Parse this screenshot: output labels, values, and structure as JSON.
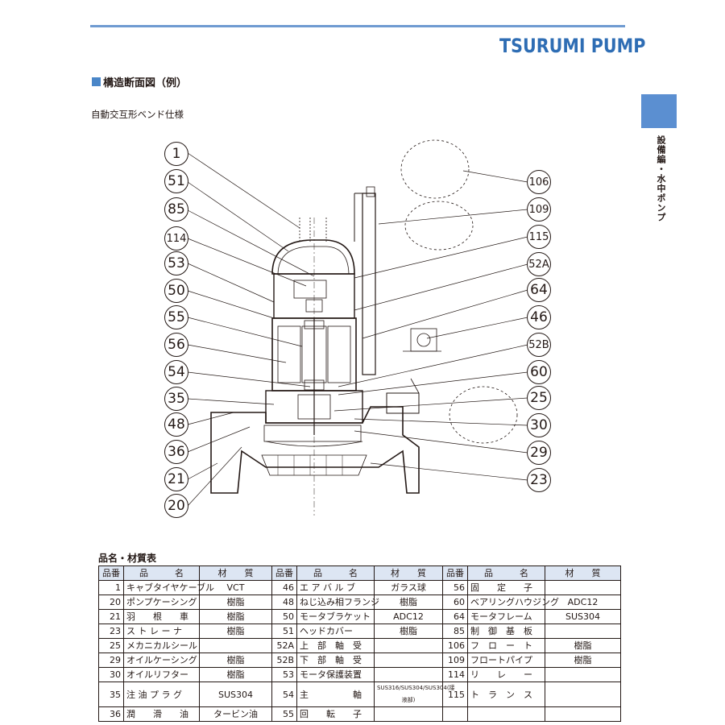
{
  "header": {
    "brand": "TSURUMI PUMP"
  },
  "section": {
    "title": "構造断面図（例）",
    "subtitle": "自動交互形ベンド仕様",
    "side_label": "設備編・水中ポンプ"
  },
  "diagram": {
    "callouts_left": [
      "1",
      "51",
      "85",
      "114",
      "53",
      "50",
      "55",
      "56",
      "54",
      "35",
      "48",
      "36",
      "21",
      "20"
    ],
    "callouts_right": [
      "106",
      "109",
      "115",
      "52A",
      "64",
      "46",
      "52B",
      "60",
      "25",
      "30",
      "29",
      "23"
    ]
  },
  "table": {
    "title": "品名・材質表",
    "headers": [
      "品番",
      "品　　　名",
      "材　　質",
      "品番",
      "品　　　名",
      "材　　質",
      "品番",
      "品　　　名",
      "材　　質"
    ],
    "rows": [
      [
        "1",
        "キャブタイヤケーブル",
        "VCT",
        "46",
        "エ ア バ ル ブ",
        "ガラス球",
        "56",
        "固　　定　　子",
        ""
      ],
      [
        "20",
        "ポンプケーシング",
        "樹脂",
        "48",
        "ねじ込み相フランジ",
        "樹脂",
        "60",
        "ベアリングハウジング",
        "ADC12"
      ],
      [
        "21",
        "羽　　根　　車",
        "樹脂",
        "50",
        "モータブラケット",
        "ADC12",
        "64",
        "モータフレーム",
        "SUS304"
      ],
      [
        "23",
        "ス ト レ ー ナ",
        "樹脂",
        "51",
        "ヘッドカバー",
        "樹脂",
        "85",
        "制　御　基　板",
        ""
      ],
      [
        "25",
        "メカニカルシール",
        "",
        "52A",
        "上　部　軸　受",
        "",
        "106",
        "フ　ロ　ー　ト",
        "樹脂"
      ],
      [
        "29",
        "オイルケーシング",
        "樹脂",
        "52B",
        "下　部　軸　受",
        "",
        "109",
        "フロートパイプ",
        "樹脂"
      ],
      [
        "30",
        "オイルリフター",
        "樹脂",
        "53",
        "モータ保護装置",
        "",
        "114",
        "リ　　レ　　ー",
        ""
      ],
      [
        "35",
        "注 油 プ ラ グ",
        "SUS304",
        "54",
        "主　　　　　軸",
        "SUS316/SUS304/SUS304(接液部)",
        "115",
        "ト　ラ　ン　ス",
        ""
      ],
      [
        "36",
        "潤　　滑　　油",
        "タービン油",
        "55",
        "回　　転　　子",
        "",
        "",
        "",
        ""
      ]
    ]
  }
}
